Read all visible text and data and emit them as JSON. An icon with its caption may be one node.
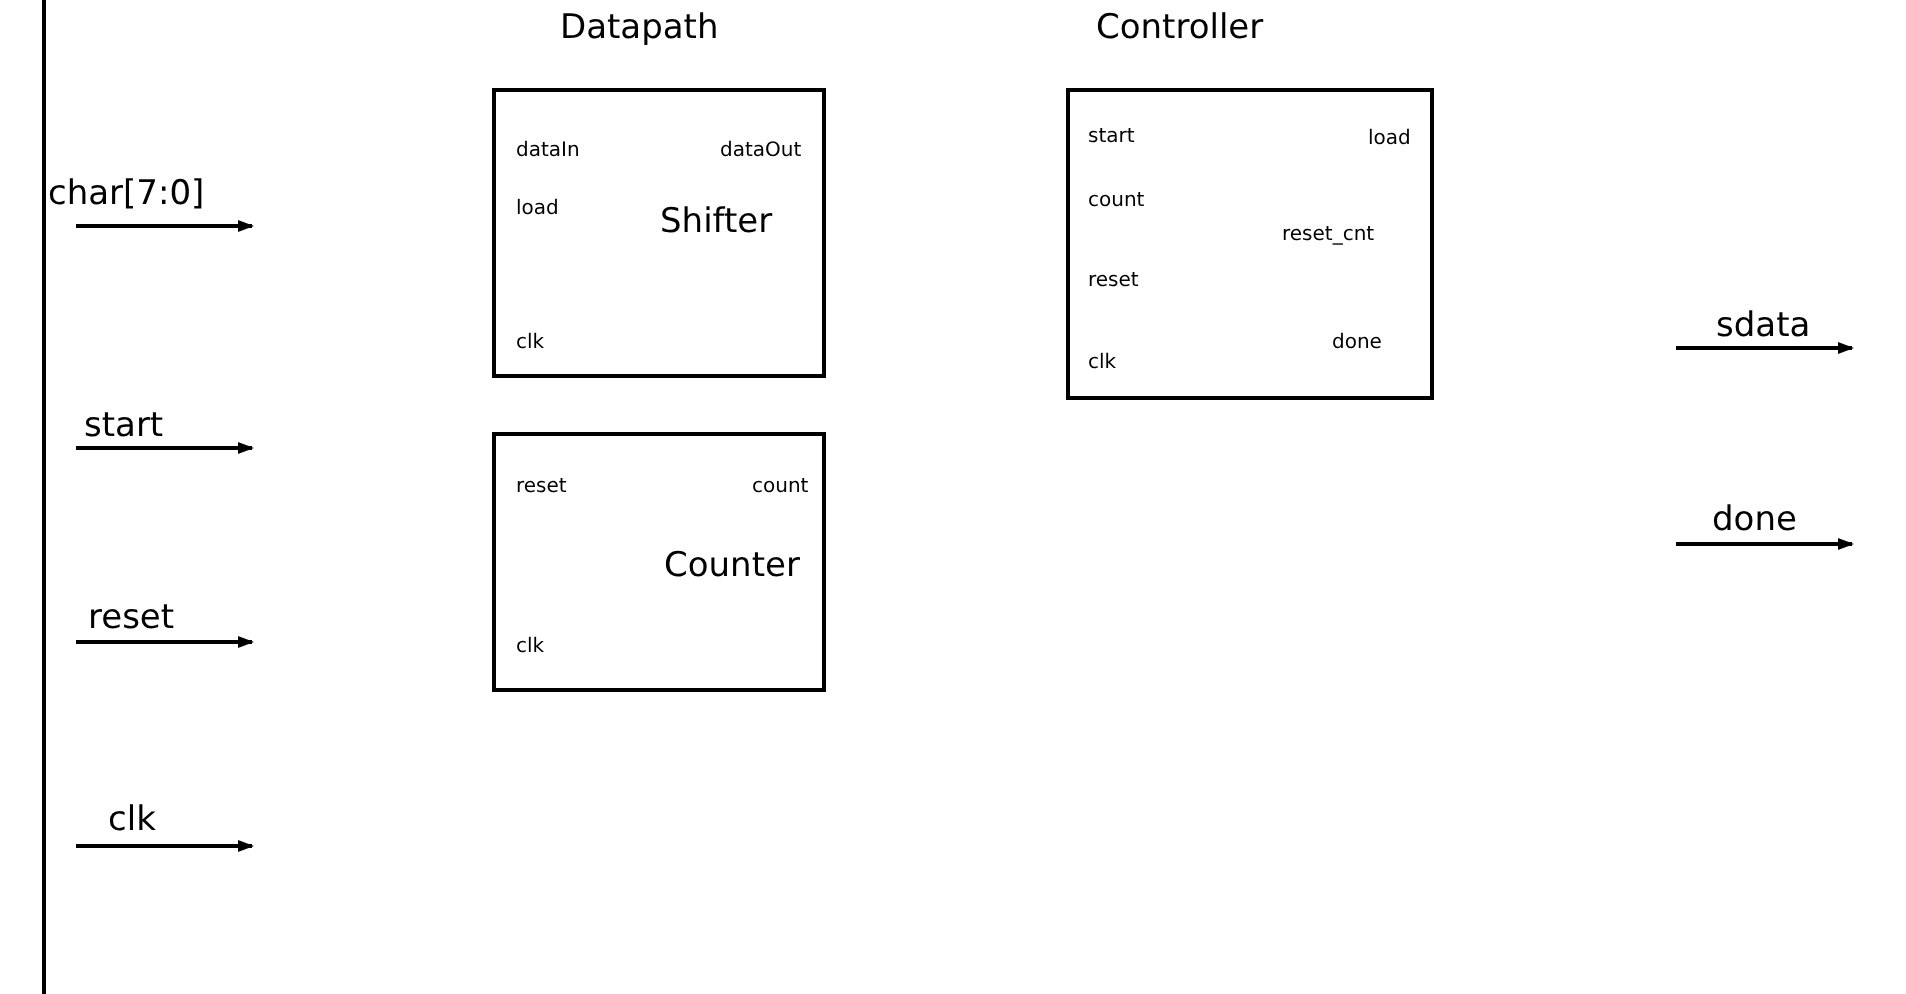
{
  "diagram": {
    "nodes": [
      {
        "text": [
          "dataIn",
          "dataOut",
          "load",
          "Shifter",
          "clk"
        ]
      },
      {
        "text": [
          "reset",
          "count",
          "Counter",
          "clk"
        ]
      },
      {
        "text": [
          "start",
          "load",
          "count",
          "reset_cnt",
          "reset",
          "done",
          "clk"
        ]
      }
    ],
    "edges": [],
    "labels": [
      "Datapath",
      "Controller",
      "char[7:0]",
      "start",
      "reset",
      "clk",
      "sdata",
      "done"
    ]
  }
}
